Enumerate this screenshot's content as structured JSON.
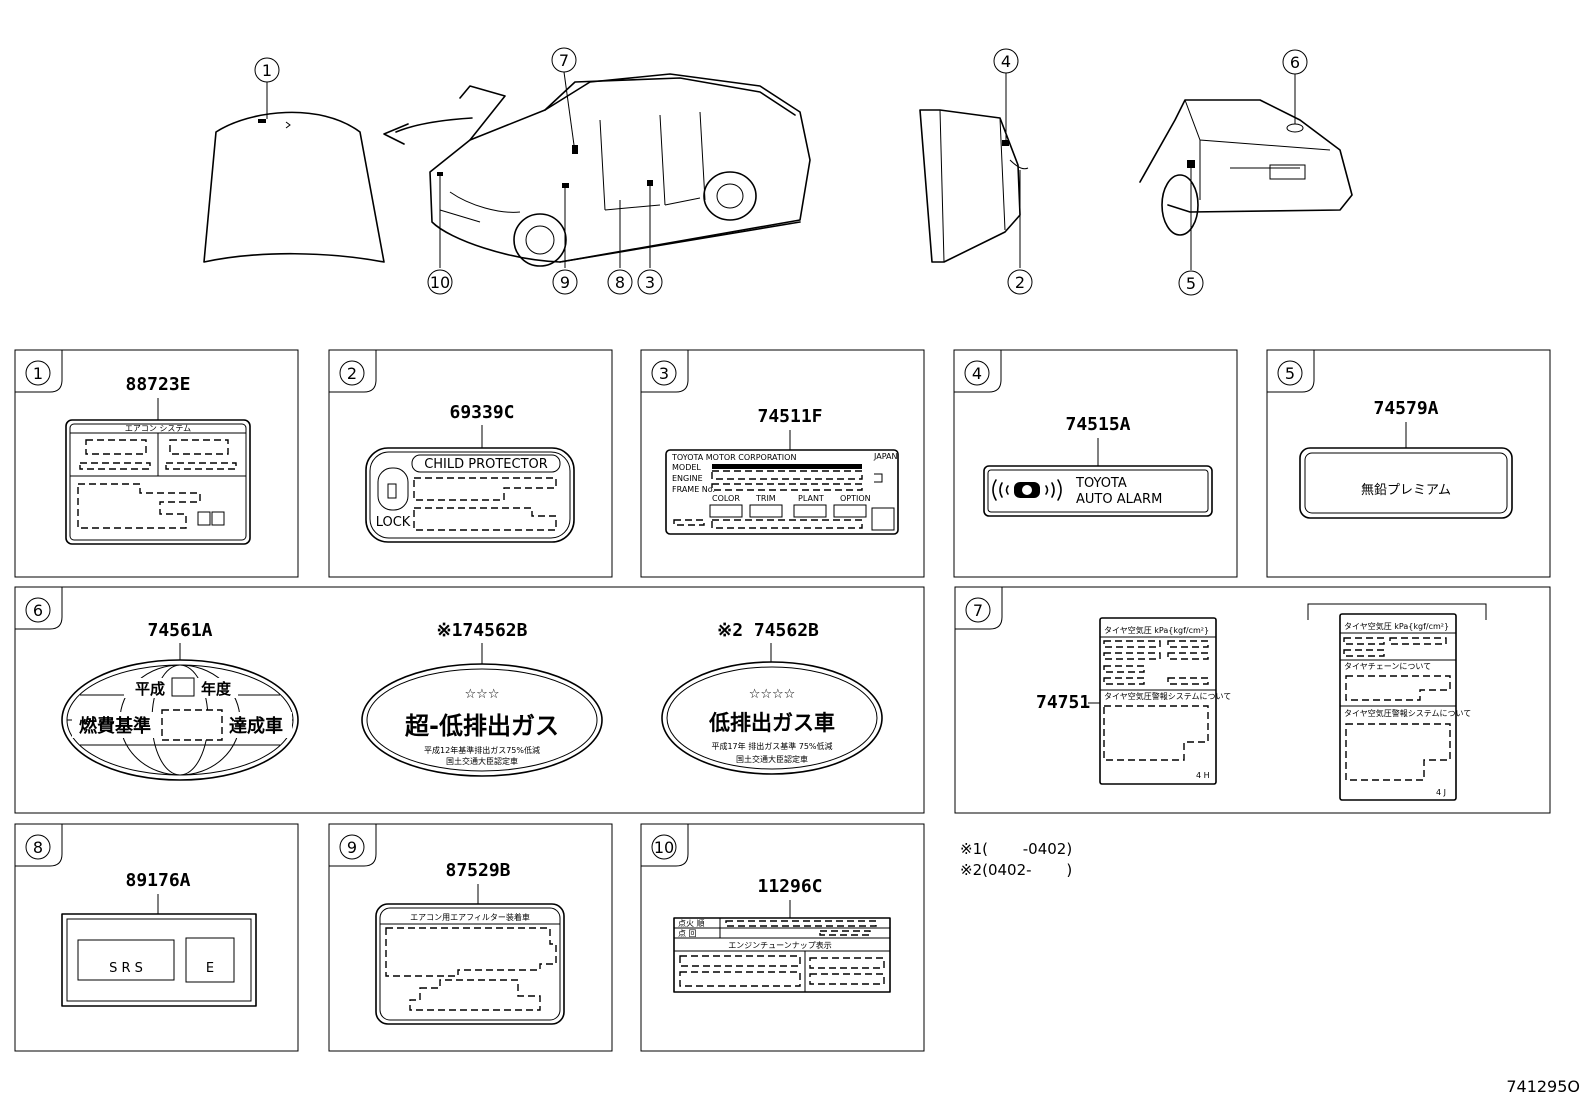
{
  "callouts": {
    "c1": "1",
    "c2": "2",
    "c3": "3",
    "c4": "4",
    "c5": "5",
    "c6": "6",
    "c7": "7",
    "c8": "8",
    "c9": "9",
    "c10": "10"
  },
  "panels": {
    "p1": {
      "number": "1",
      "part": "88723E",
      "label_title": "エアコン システム"
    },
    "p2": {
      "number": "2",
      "part": "69339C",
      "label_title": "CHILD PROTECTOR",
      "lock_text": "LOCK"
    },
    "p3": {
      "number": "3",
      "part": "74511F",
      "label_title": "TOYOTA MOTOR CORPORATION",
      "country": "JAPAN",
      "row_model": "MODEL",
      "row_engine": "ENGINE",
      "row_frame": "FRAME No.",
      "col_color": "COLOR",
      "col_trim": "TRIM",
      "col_plant": "PLANT",
      "col_option": "OPTION"
    },
    "p4": {
      "number": "4",
      "part": "74515A",
      "line1": "TOYOTA",
      "line2": "AUTO ALARM"
    },
    "p5": {
      "number": "5",
      "part": "74579A",
      "label_text": "無鉛プレミアム"
    },
    "p6": {
      "number": "6",
      "part_a": "74561A",
      "a_line1_left": "平成",
      "a_line1_right": "年度",
      "a_line2_left": "燃費基準",
      "a_line2_right": "達成車",
      "part_b": "※174562B",
      "b_stars": "☆☆☆",
      "b_main": "超-低排出ガス",
      "b_sub1": "平成12年基準排出ガス75%低減",
      "b_sub2": "国土交通大臣認定車",
      "part_c": "※2 74562B",
      "c_stars": "☆☆☆☆",
      "c_main": "低排出ガス車",
      "c_sub1": "平成17年 排出ガス基準 75%低減",
      "c_sub2": "国土交通大臣認定車"
    },
    "p7": {
      "number": "7",
      "part": "74751",
      "a_title": "タイヤ空気圧 kPa{kgf/cm²}",
      "a_sub": "タイヤ空気圧警報システムについて",
      "a_code": "4 H",
      "b_title": "タイヤ空気圧 kPa{kgf/cm²}",
      "b_sub1": "タイヤチェーンについて",
      "b_sub2": "タイヤ空気圧警報システムについて",
      "b_code": "4 J"
    },
    "p8": {
      "number": "8",
      "part": "89176A",
      "srs": "S R S",
      "e": "E"
    },
    "p9": {
      "number": "9",
      "part": "87529B",
      "label_title": "エアコン用エアフィルター装着車"
    },
    "p10": {
      "number": "10",
      "part": "11296C",
      "row1": "点火 順",
      "row2": "点 回",
      "row3": "エンジンチューンナップ表示"
    }
  },
  "notes": {
    "n1": "※1(　　 -0402)",
    "n2": "※2(0402-　　 )"
  },
  "diagram_id": "741295O"
}
